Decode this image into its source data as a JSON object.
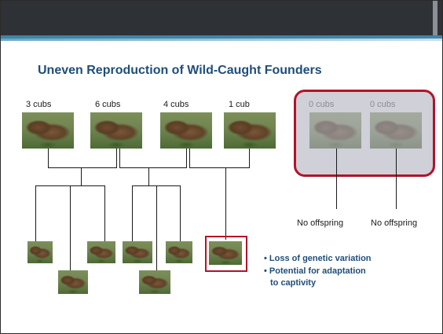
{
  "title": "Uneven Reproduction of Wild-Caught Founders",
  "founders": [
    {
      "label": "3 cubs"
    },
    {
      "label": "6 cubs"
    },
    {
      "label": "4 cubs"
    },
    {
      "label": "1 cub"
    },
    {
      "label": "0 cubs"
    },
    {
      "label": "0 cubs"
    }
  ],
  "no_offspring": [
    "No offspring",
    "No offspring"
  ],
  "bullets": [
    "Loss of genetic variation",
    "Potential for adaptation",
    "to captivity"
  ],
  "colors": {
    "title": "#1f4e79",
    "highlight": "#b0142a",
    "gray_box": "#cfd0d8"
  }
}
